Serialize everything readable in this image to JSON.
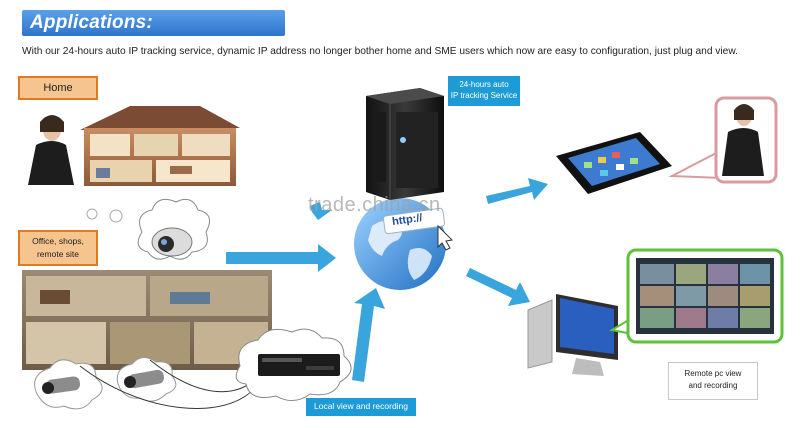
{
  "header": {
    "title": "Applications:"
  },
  "intro": {
    "text": "With our 24-hours auto IP tracking service, dynamic IP address no longer bother home and SME users which now are easy to configuration, just plug and view."
  },
  "labels": {
    "home": "Home",
    "service_line1": "24-hours auto",
    "service_line2": "IP tracking Service",
    "office_line1": "Office, shops,",
    "office_line2": "remote site",
    "local": "Local view and recording",
    "remote_line1": "Remote pc view",
    "remote_line2": "and recording",
    "globe_text": "http://"
  },
  "watermark": "trade.china.cn",
  "colors": {
    "accent_blue": "#1d9bd6",
    "orange": "#e07b21",
    "arrow": "#3aa5dd",
    "green_frame": "#5ec13a",
    "pink_frame": "#d99aa0"
  }
}
